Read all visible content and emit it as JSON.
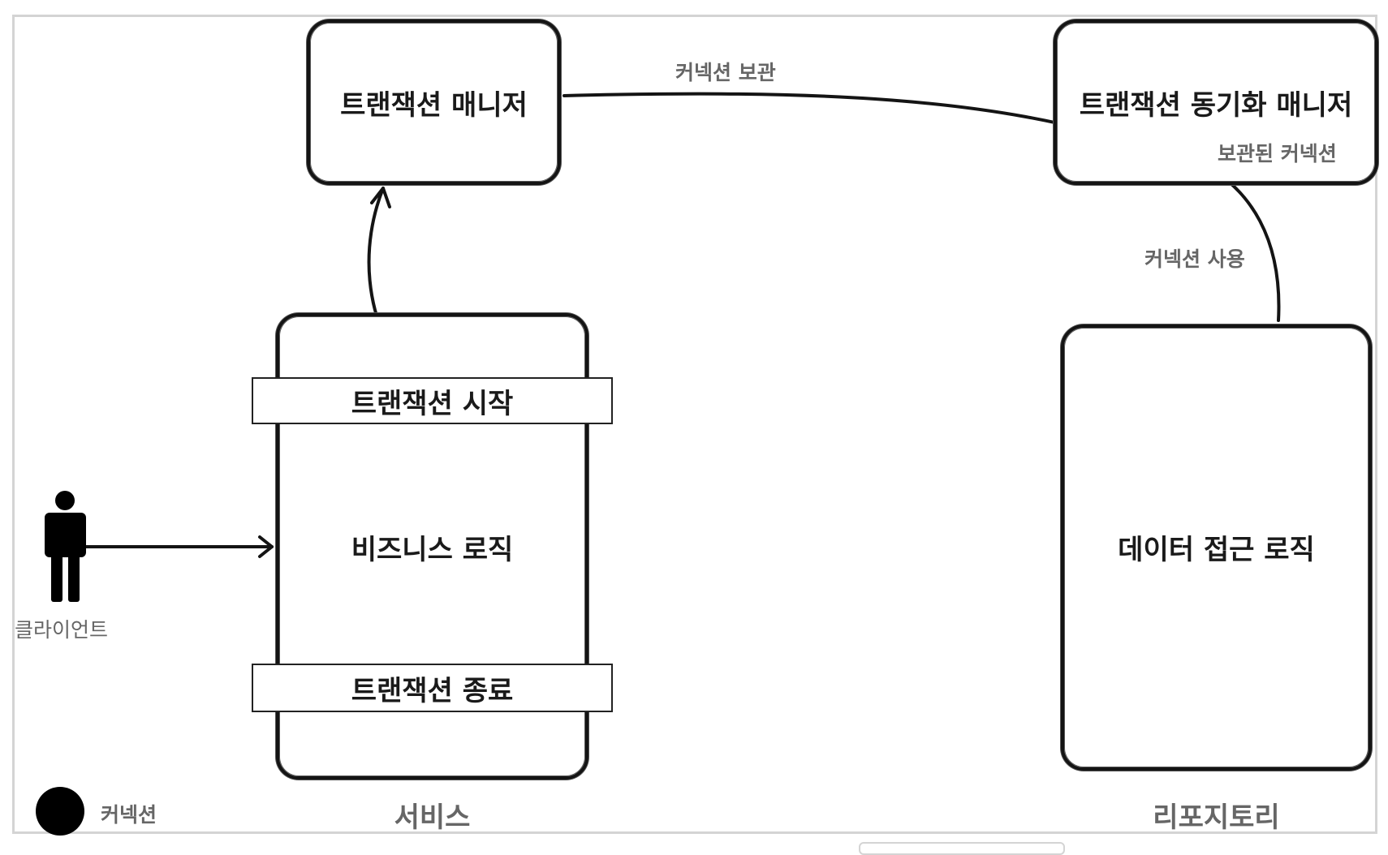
{
  "nodes": {
    "transaction_manager": "트랜잭션 매니저",
    "sync_manager": "트랜잭션 동기화 매니저",
    "business_logic": "비즈니스 로직",
    "tx_start": "트랜잭션 시작",
    "tx_end": "트랜잭션 종료",
    "data_access_logic": "데이터 접근 로직"
  },
  "edges": {
    "keep_connection": "커넥션 보관",
    "kept_connection": "보관된 커넥션",
    "use_connection": "커넥션 사용"
  },
  "actors": {
    "client": "클라이언트"
  },
  "sections": {
    "service": "서비스",
    "repository": "리포지토리"
  },
  "legend": {
    "connection": "커넥션"
  },
  "colors": {
    "stroke": "#141414",
    "muted_text": "#666666",
    "frame": "#d4d4d4"
  }
}
